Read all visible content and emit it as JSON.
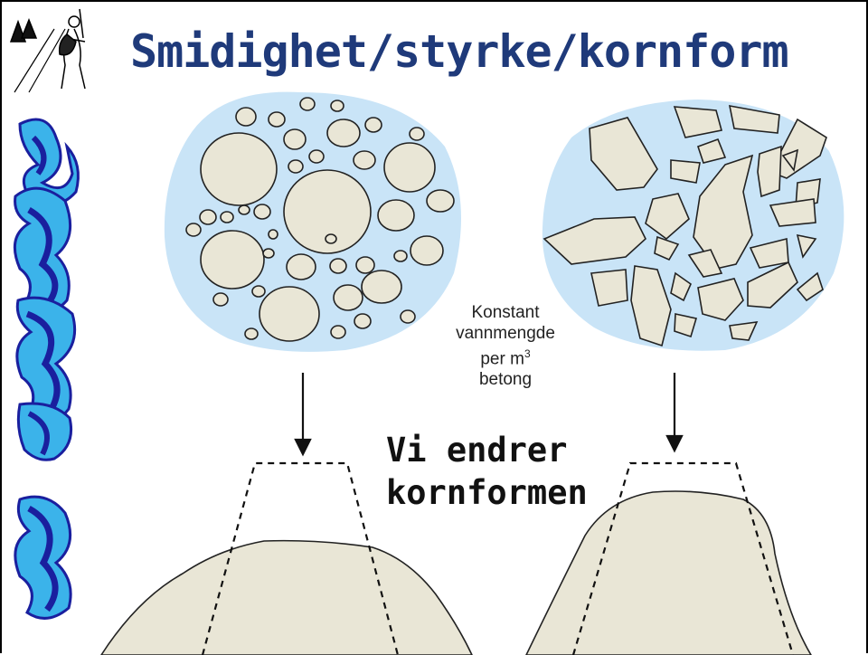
{
  "slide": {
    "title": "Smidighet/styrke/kornform",
    "note_line1": "Konstant",
    "note_line2": "vannmengde",
    "note_line3": "per m",
    "note_line3_sup": "3",
    "note_line4": "betong",
    "label_line1": "Vi endrer",
    "label_line2": "kornformen"
  },
  "colors": {
    "title": "#1f3a7a",
    "water": "#c9e4f7",
    "grain": "#e9e6d6",
    "cone": "#e9e6d6",
    "wave_dark": "#1a1f9e",
    "wave_light": "#3bb3ea"
  },
  "icons": [
    "hiker-icon",
    "wave-ornament"
  ]
}
